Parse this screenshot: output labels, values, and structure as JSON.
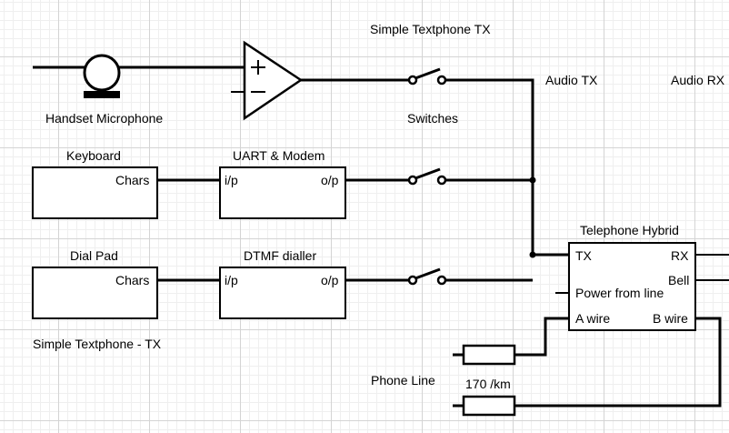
{
  "titles": {
    "top": "Simple Textphone TX",
    "bottom": "Simple Textphone - TX"
  },
  "microphone": {
    "label": "Handset Microphone",
    "icon": "microphone-icon"
  },
  "amplifier": {
    "plus": "+",
    "minus": "−",
    "icon": "op-amp-icon"
  },
  "switches": {
    "label": "Switches",
    "icon": "switch-icon"
  },
  "audio": {
    "tx": "Audio TX",
    "rx": "Audio RX"
  },
  "keyboard": {
    "title": "Keyboard",
    "port": "Chars"
  },
  "uart": {
    "title": "UART & Modem",
    "in": "i/p",
    "out": "o/p"
  },
  "dialpad": {
    "title": "Dial Pad",
    "port": "Chars"
  },
  "dtmf": {
    "title": "DTMF dialler",
    "in": "i/p",
    "out": "o/p"
  },
  "hybrid": {
    "title": "Telephone Hybrid",
    "tx": "TX",
    "rx": "RX",
    "bell": "Bell",
    "power": "Power from line",
    "a_wire": "A wire",
    "b_wire": "B wire"
  },
  "phone_line": {
    "label": "Phone Line",
    "resistance": "170 /km",
    "icon": "resistor-icon"
  }
}
